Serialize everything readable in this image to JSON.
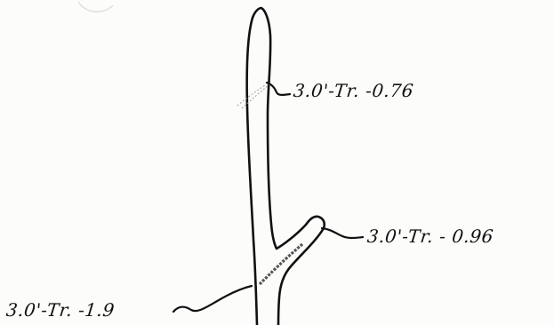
{
  "annotations": {
    "top": "3.0'-Tr. -0.76",
    "right": "3.0'-Tr. - 0.96",
    "left": "3.0'-Tr. -1.9"
  }
}
